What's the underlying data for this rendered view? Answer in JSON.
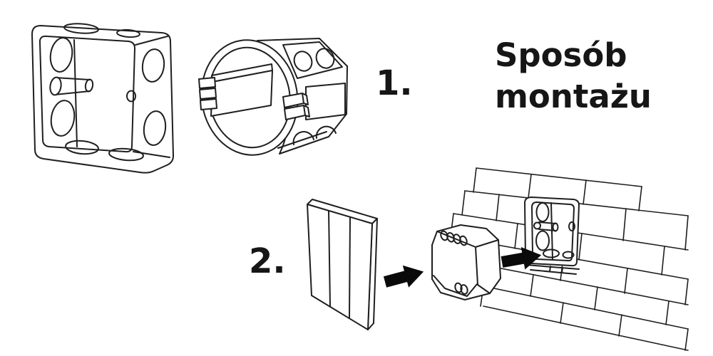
{
  "meta": {
    "background": "#ffffff",
    "line_color": "#1f1f1f",
    "text_color": "#161616",
    "arrow_color": "#0a0a0a"
  },
  "title": {
    "full": "Sposób montażu",
    "line1": "Sposób",
    "line2": "montażu"
  },
  "steps": [
    {
      "label": "1."
    },
    {
      "label": "2."
    }
  ],
  "illustrations": [
    {
      "name": "square-flush-mount-box-icon"
    },
    {
      "name": "round-flush-mount-box-icon"
    },
    {
      "name": "switch-panel-icon"
    },
    {
      "name": "right-arrow-icon"
    },
    {
      "name": "dimmer-module-icon"
    },
    {
      "name": "right-arrow-icon"
    },
    {
      "name": "brick-wall-with-mounted-box-icon"
    }
  ]
}
